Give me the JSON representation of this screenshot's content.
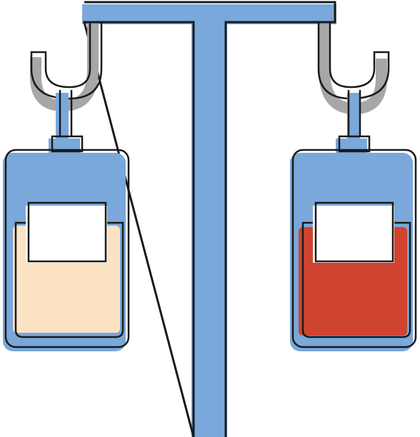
{
  "illustration": {
    "subject": "iv-stand-with-two-fluid-bags",
    "colors": {
      "stand": "#7aa8da",
      "outline": "#1a1a1a",
      "hook": "#a7a7a7",
      "bag_body": "#7aa8da",
      "label": "#ffffff",
      "left_fluid": "#fbe3c4",
      "right_fluid": "#cf4431",
      "background": "#ffffff"
    },
    "bags": [
      {
        "side": "left",
        "fluid": "light-plasma",
        "fill_level": 0.6
      },
      {
        "side": "right",
        "fluid": "blood",
        "fill_level": 0.6
      }
    ]
  }
}
